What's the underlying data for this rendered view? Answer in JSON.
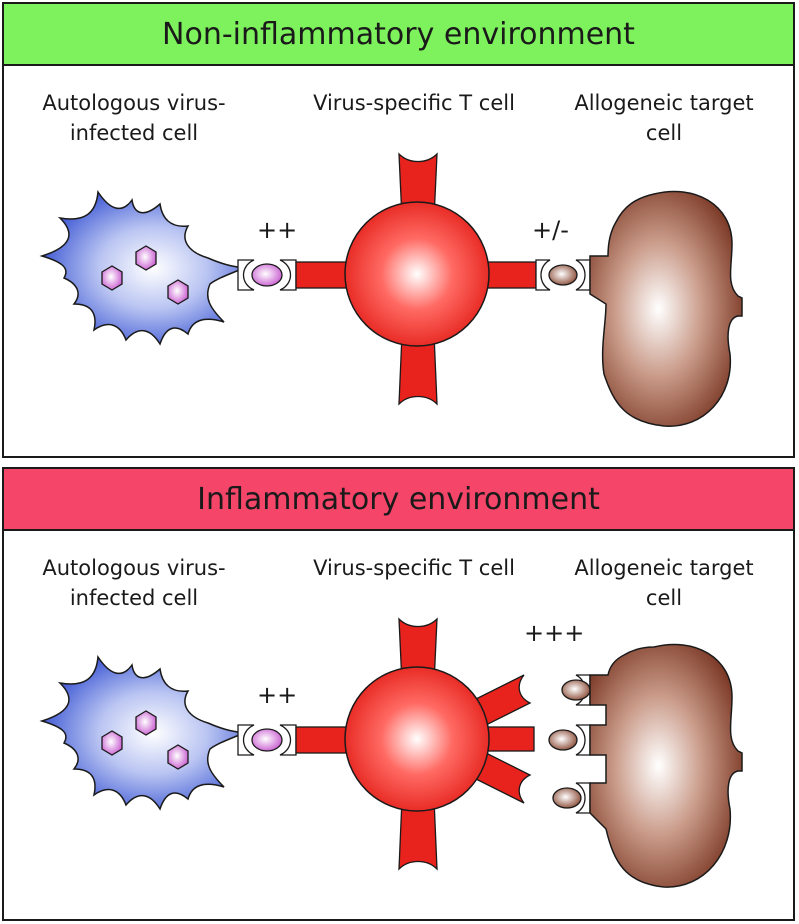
{
  "panels": [
    {
      "title": "Non-inflammatory environment",
      "header_color": "#7ef25c",
      "labels": {
        "autologous": "Autologous virus-\ninfected cell",
        "tcell": "Virus-specific T cell",
        "allogeneic": "Allogeneic target\ncell"
      },
      "affinity_left": "++",
      "affinity_right": "+/-"
    },
    {
      "title": "Inflammatory environment",
      "header_color": "#f5466a",
      "labels": {
        "autologous": "Autologous virus-\ninfected cell",
        "tcell": "Virus-specific T cell",
        "allogeneic": "Allogeneic target\ncell"
      },
      "affinity_left": "++",
      "affinity_right": "+++"
    }
  ],
  "colors": {
    "tcell": "#e8221c",
    "virus": "#d070d8",
    "autologous": "#3f5bd4",
    "allogeneic": "#7a2b16"
  }
}
